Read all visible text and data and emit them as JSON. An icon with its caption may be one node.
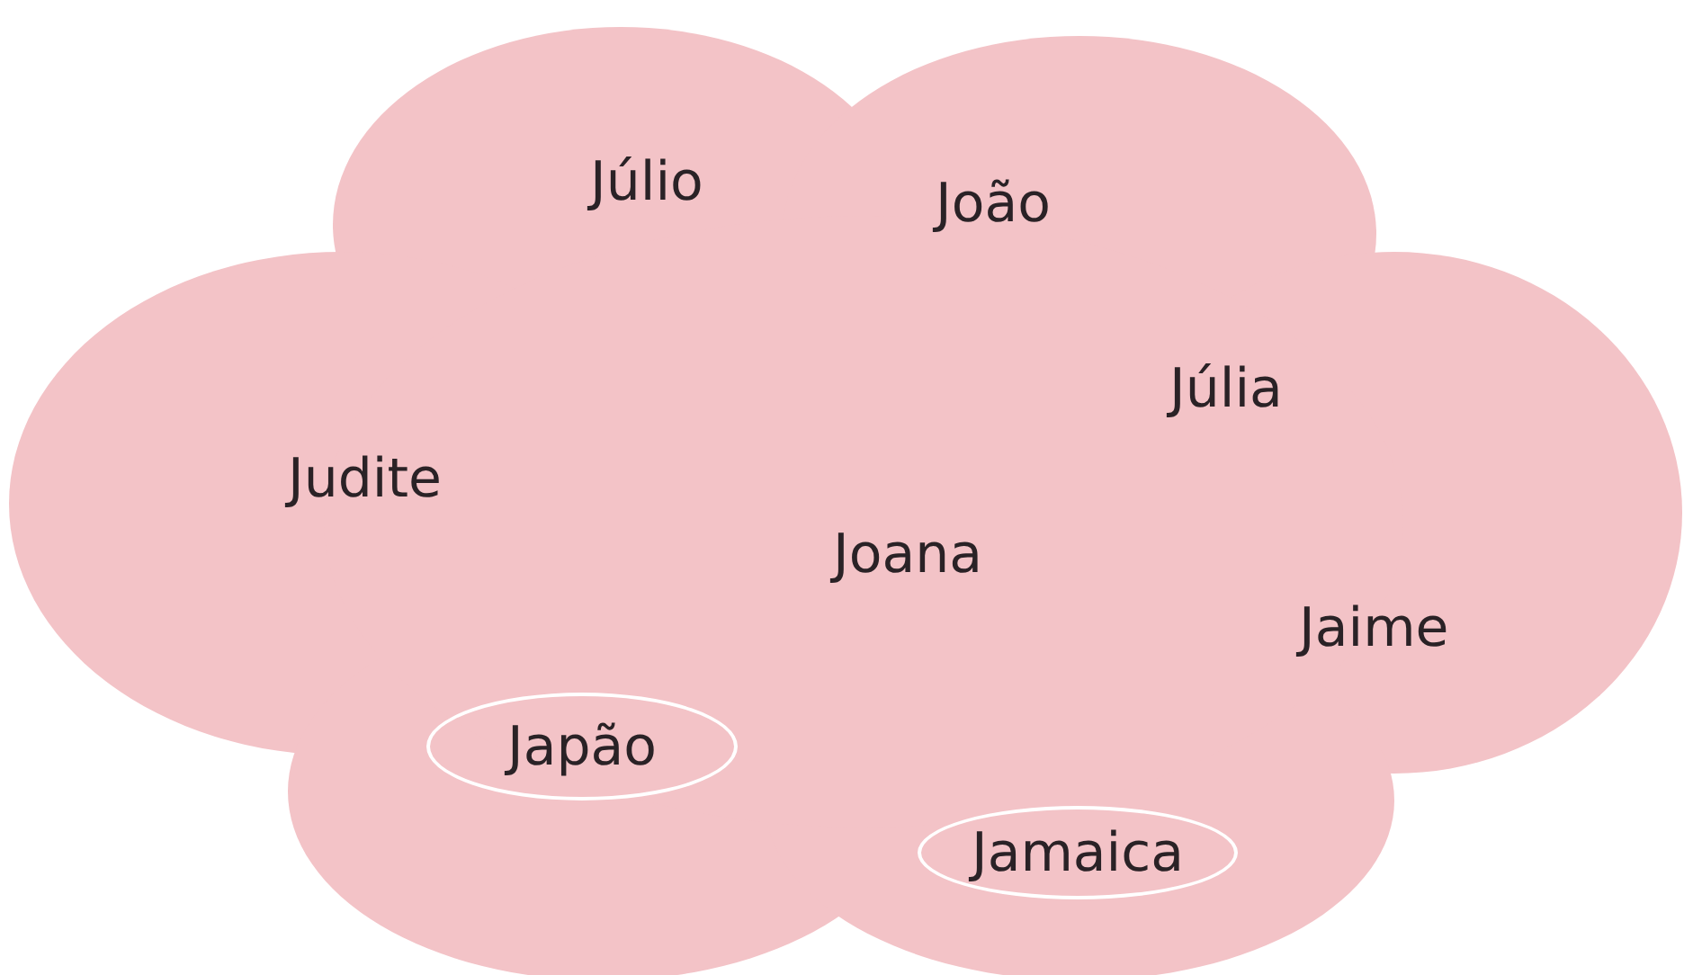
{
  "diagram": {
    "nodes": [
      {
        "text": [
          "Júlio",
          "João",
          "Júlia",
          "Judite",
          "Joana",
          "Jaime"
        ]
      },
      {
        "text": [
          "Japão"
        ],
        "in": 0
      },
      {
        "text": [
          "Jamaica"
        ],
        "in": 0
      }
    ]
  }
}
